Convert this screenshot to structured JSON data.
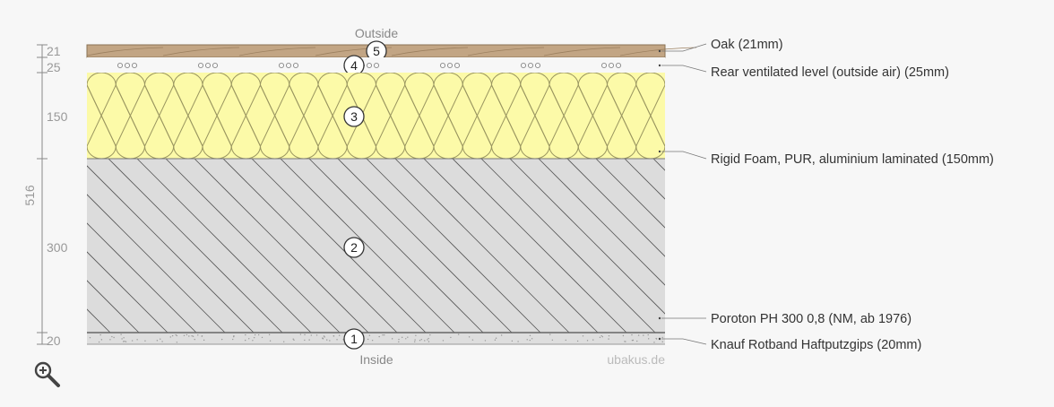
{
  "labels": {
    "outside": "Outside",
    "inside": "Inside",
    "watermark": "ubakus.de"
  },
  "total_thickness": "516",
  "layers": [
    {
      "num": "5",
      "thickness": "21",
      "label": "Oak (21mm)",
      "color": "#c2a584"
    },
    {
      "num": "4",
      "thickness": "25",
      "label": "Rear ventilated level (outside air) (25mm)",
      "color": "#f7f7f7"
    },
    {
      "num": "3",
      "thickness": "150",
      "label": "Rigid Foam, PUR, aluminium laminated (150mm)",
      "color": "#fcfaa8"
    },
    {
      "num": "2",
      "thickness": "300",
      "label": "Poroton PH 300 0,8 (NM, ab 1976)",
      "color": "#dcdcdc"
    },
    {
      "num": "1",
      "thickness": "20",
      "label": "Knauf Rotband Haftputzgips (20mm)",
      "color": "#dedede"
    }
  ],
  "zoom_icon": "zoom-in-icon"
}
